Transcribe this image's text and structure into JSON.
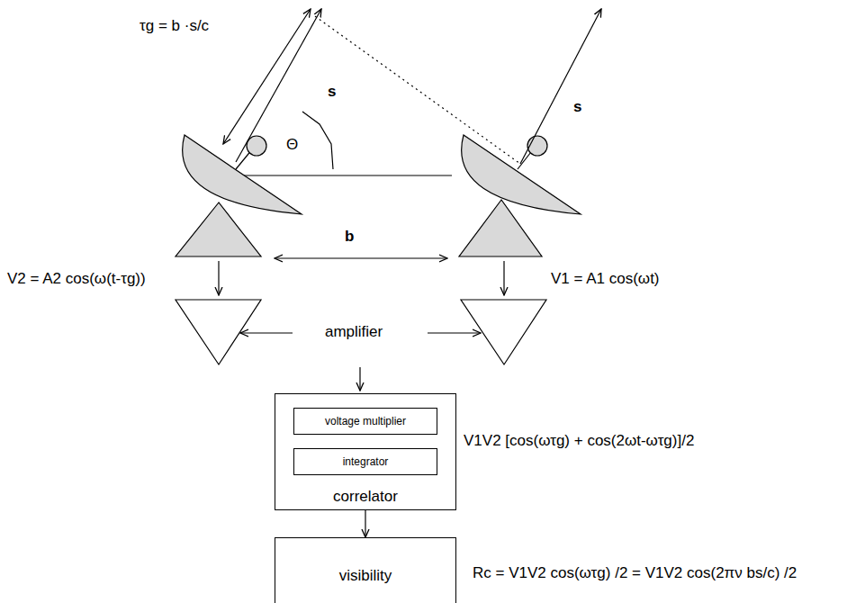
{
  "diagram": {
    "nodes": [
      {
        "text": [
          "correlator"
        ]
      },
      {
        "text": [
          "voltage multiplier"
        ],
        "in": 0
      },
      {
        "text": [
          "integrator"
        ],
        "in": 0
      },
      {
        "text": [
          "visibility"
        ]
      }
    ],
    "edges": [
      {
        "from": 0,
        "to": 3,
        "arrow": "to"
      }
    ],
    "labels": [
      "τg = b ·s/c",
      "s",
      "Θ",
      "s",
      "b",
      "V2 = A2 cos(ω(t-τg))",
      "V1 = A1 cos(ωt)",
      "amplifier",
      "V1V2 [cos(ωτg) + cos(2ωt-ωτg)]/2",
      "Rc = V1V2 cos(ωτg) /2 = V1V2 cos(2πν bs/c) /2"
    ]
  }
}
